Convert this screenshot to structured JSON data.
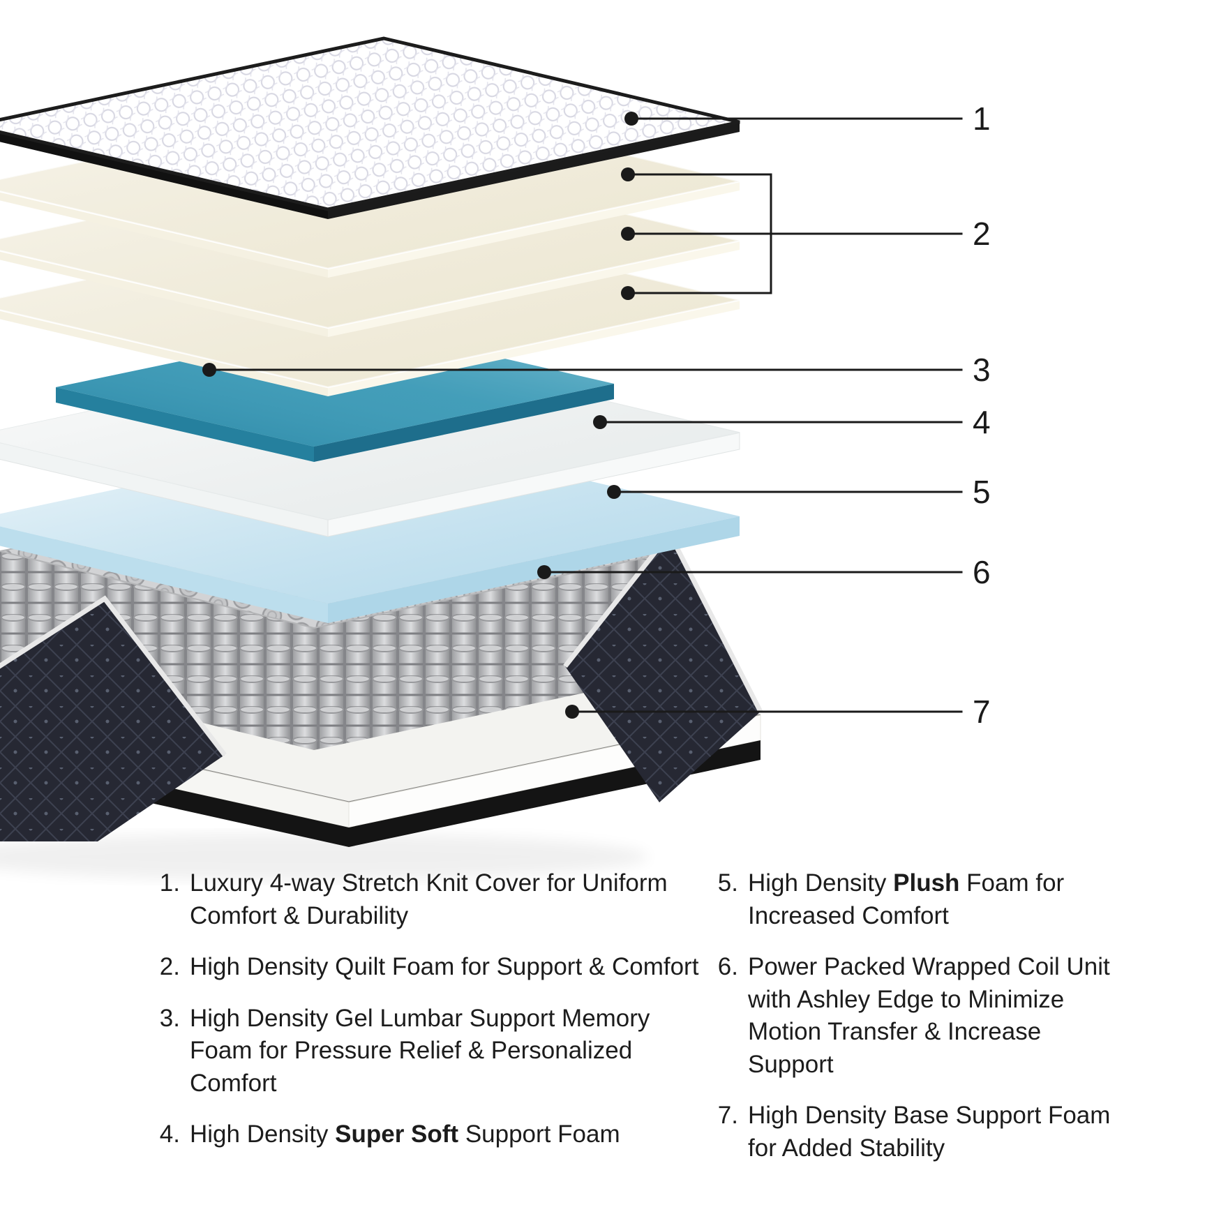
{
  "diagram": {
    "title": "Mattress layer cutaway diagram",
    "callouts": [
      {
        "label": "1"
      },
      {
        "label": "2"
      },
      {
        "label": "3"
      },
      {
        "label": "4"
      },
      {
        "label": "5"
      },
      {
        "label": "6"
      },
      {
        "label": "7"
      }
    ],
    "layers": [
      {
        "num": "1",
        "name": "stretch-knit-cover",
        "color": "#ffffff",
        "edge_color": "#1b1b1b"
      },
      {
        "num": "2",
        "name": "quilt-foam-sheets",
        "color": "#efe9d6",
        "count": 3
      },
      {
        "num": "3",
        "name": "gel-lumbar-memory-foam",
        "color": "#3f9ab6"
      },
      {
        "num": "4",
        "name": "super-soft-support-foam",
        "color": "#eef0ef"
      },
      {
        "num": "5",
        "name": "plush-foam",
        "color": "#c6e2ef"
      },
      {
        "num": "6",
        "name": "wrapped-coil-unit",
        "color": "#c7c8ca"
      },
      {
        "num": "7",
        "name": "base-support-foam",
        "color": "#f3f3f0",
        "fabric_color": "#262833"
      }
    ],
    "line_color": "#1a1a1a"
  },
  "legend": {
    "left": [
      {
        "number": "1.",
        "parts": [
          {
            "text": "Luxury 4-way Stretch Knit Cover for Uniform Comfort & Durability"
          }
        ]
      },
      {
        "number": "2.",
        "parts": [
          {
            "text": "High Density Quilt Foam for Support & Comfort"
          }
        ]
      },
      {
        "number": "3.",
        "parts": [
          {
            "text": "High Density Gel Lumbar Support Memory Foam for Pressure Relief & Personalized Comfort"
          }
        ]
      },
      {
        "number": "4.",
        "parts": [
          {
            "text": "High Density "
          },
          {
            "text": "Super Soft",
            "bold": true
          },
          {
            "text": " Support Foam"
          }
        ]
      }
    ],
    "right": [
      {
        "number": "5.",
        "parts": [
          {
            "text": "High Density "
          },
          {
            "text": "Plush",
            "bold": true
          },
          {
            "text": " Foam for Increased Comfort"
          }
        ]
      },
      {
        "number": "6.",
        "parts": [
          {
            "text": "Power Packed Wrapped Coil Unit with Ashley Edge to Minimize Motion Transfer & Increase Support"
          }
        ]
      },
      {
        "number": "7.",
        "parts": [
          {
            "text": "High Density Base Support Foam for Added Stability"
          }
        ]
      }
    ]
  }
}
